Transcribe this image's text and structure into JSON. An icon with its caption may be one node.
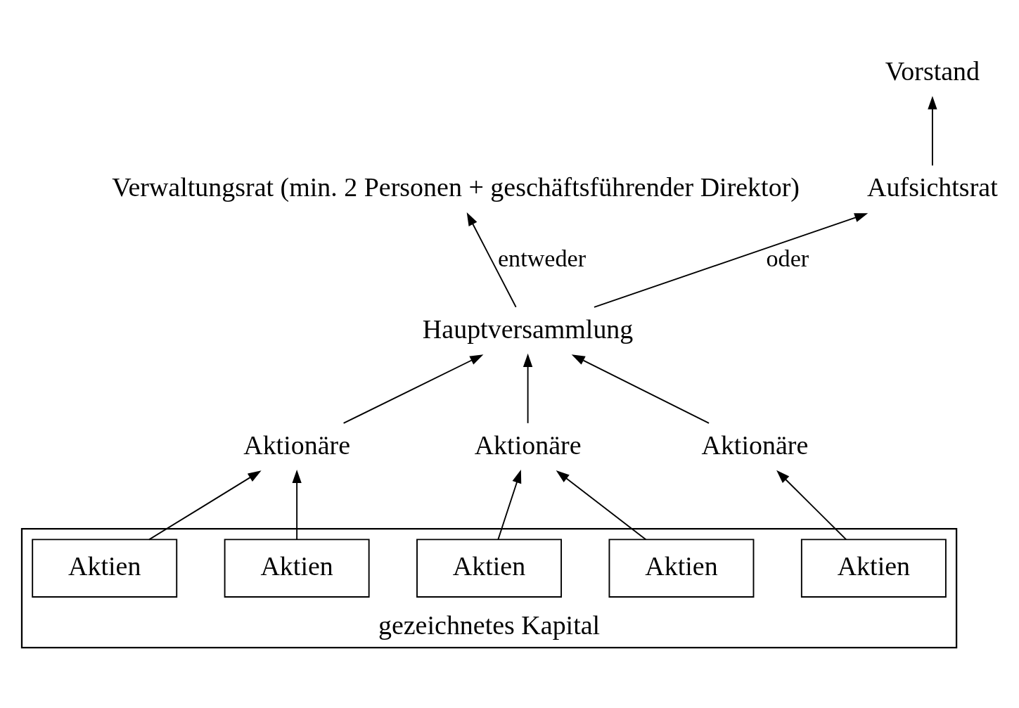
{
  "diagram": {
    "nodes": [
      {
        "text": [
          "Verwaltungsrat (min. 2 Personen + geschäftsführender Direktor)"
        ]
      },
      {
        "text": [
          "Vorstand"
        ]
      },
      {
        "text": [
          "Aufsichtsrat"
        ]
      },
      {
        "text": [
          "Hauptversammlung"
        ]
      },
      {
        "text": [
          "Aktionäre"
        ]
      },
      {
        "text": [
          "Aktionäre"
        ]
      },
      {
        "text": [
          "Aktionäre"
        ]
      },
      {
        "text": [
          "gezeichnetes Kapital"
        ]
      },
      {
        "text": [
          "Aktien"
        ],
        "in": 7
      },
      {
        "text": [
          "Aktien"
        ],
        "in": 7
      },
      {
        "text": [
          "Aktien"
        ],
        "in": 7
      },
      {
        "text": [
          "Aktien"
        ],
        "in": 7
      },
      {
        "text": [
          "Aktien"
        ],
        "in": 7
      }
    ],
    "edges": [
      {
        "from": 3,
        "to": 0,
        "arrow": "to",
        "label": "entweder"
      },
      {
        "from": 3,
        "to": 2,
        "arrow": "to",
        "label": "oder"
      },
      {
        "from": 2,
        "to": 1,
        "arrow": "to"
      },
      {
        "from": 4,
        "to": 3,
        "arrow": "to"
      },
      {
        "from": 5,
        "to": 3,
        "arrow": "to"
      },
      {
        "from": 6,
        "to": 3,
        "arrow": "to"
      },
      {
        "from": 8,
        "to": 4,
        "arrow": "to"
      },
      {
        "from": 9,
        "to": 4,
        "arrow": "to"
      },
      {
        "from": 10,
        "to": 5,
        "arrow": "to"
      },
      {
        "from": 11,
        "to": 5,
        "arrow": "to"
      },
      {
        "from": 12,
        "to": 6,
        "arrow": "to"
      }
    ]
  }
}
